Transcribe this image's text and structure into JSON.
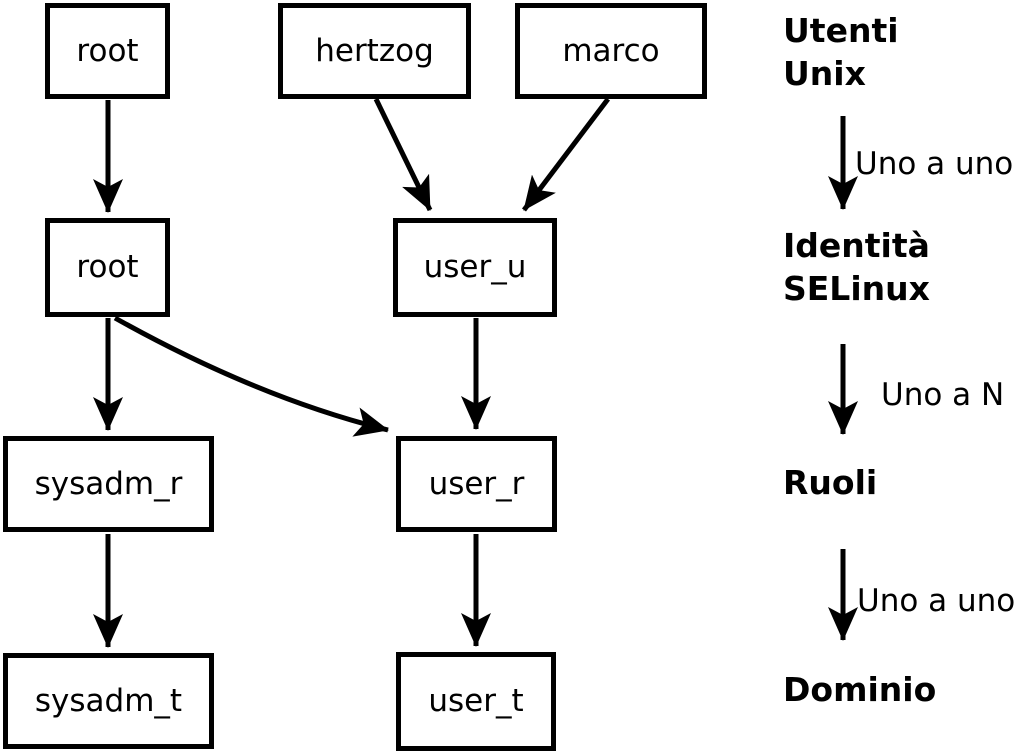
{
  "diagram": {
    "description": "SELinux mapping diagram: Unix users to SELinux identities to roles to domains",
    "colors": {
      "stroke": "#000000",
      "background": "#ffffff"
    },
    "nodes": [
      {
        "id": "unix-root",
        "label": "root"
      },
      {
        "id": "unix-hertzog",
        "label": "hertzog"
      },
      {
        "id": "unix-marco",
        "label": "marco"
      },
      {
        "id": "selinux-root",
        "label": "root"
      },
      {
        "id": "selinux-user_u",
        "label": "user_u"
      },
      {
        "id": "role-sysadm_r",
        "label": "sysadm_r"
      },
      {
        "id": "role-user_r",
        "label": "user_r"
      },
      {
        "id": "domain-sysadm_t",
        "label": "sysadm_t"
      },
      {
        "id": "domain-user_t",
        "label": "user_t"
      }
    ],
    "edges": [
      {
        "from": "unix-root",
        "to": "selinux-root"
      },
      {
        "from": "unix-hertzog",
        "to": "selinux-user_u"
      },
      {
        "from": "unix-marco",
        "to": "selinux-user_u"
      },
      {
        "from": "selinux-root",
        "to": "role-sysadm_r"
      },
      {
        "from": "selinux-root",
        "to": "role-user_r"
      },
      {
        "from": "selinux-user_u",
        "to": "role-user_r"
      },
      {
        "from": "role-sysadm_r",
        "to": "domain-sysadm_t"
      },
      {
        "from": "role-user_r",
        "to": "domain-user_t"
      }
    ],
    "legend": {
      "levels": [
        {
          "lines": [
            "Utenti",
            "Unix"
          ]
        },
        {
          "lines": [
            "Identità",
            "SELinux"
          ]
        },
        {
          "lines": [
            "Ruoli"
          ]
        },
        {
          "lines": [
            "Dominio"
          ]
        }
      ],
      "relations": [
        "Uno a uno",
        "Uno a N",
        "Uno a uno"
      ]
    }
  }
}
